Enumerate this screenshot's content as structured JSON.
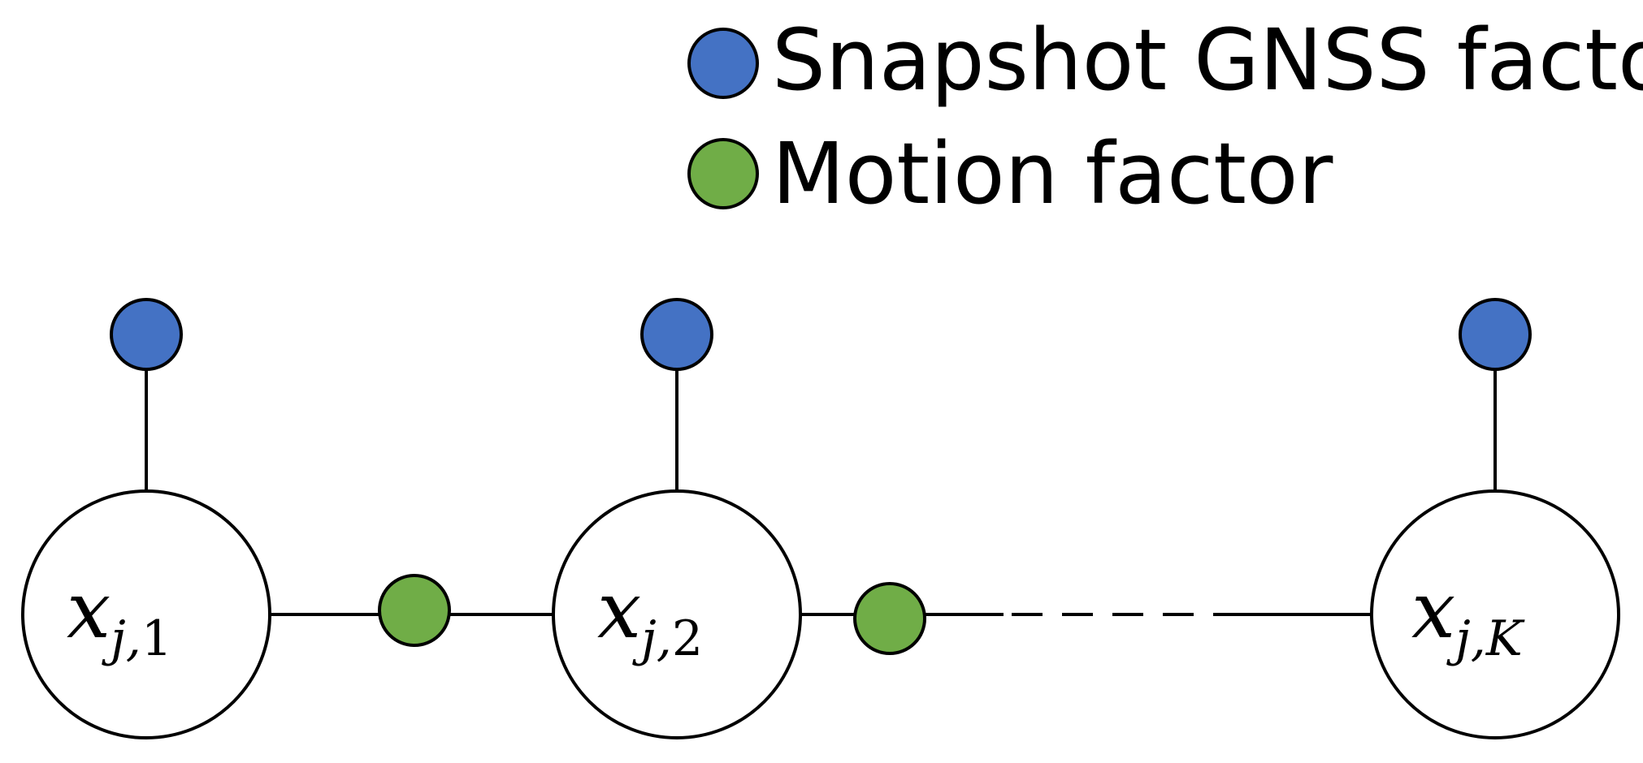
{
  "legend": {
    "gnss_label": "Snapshot GNSS factor",
    "motion_label": "Motion factor"
  },
  "nodes": [
    {
      "main": "x",
      "sub_index": "j,",
      "sub_value": "1"
    },
    {
      "main": "x",
      "sub_index": "j,",
      "sub_value": "2"
    },
    {
      "main": "x",
      "sub_index": "j,",
      "sub_value": "K"
    }
  ],
  "colors": {
    "gnss_factor": "#4472c4",
    "motion_factor": "#70ad47",
    "node_fill": "#ffffff",
    "stroke": "#000000"
  }
}
